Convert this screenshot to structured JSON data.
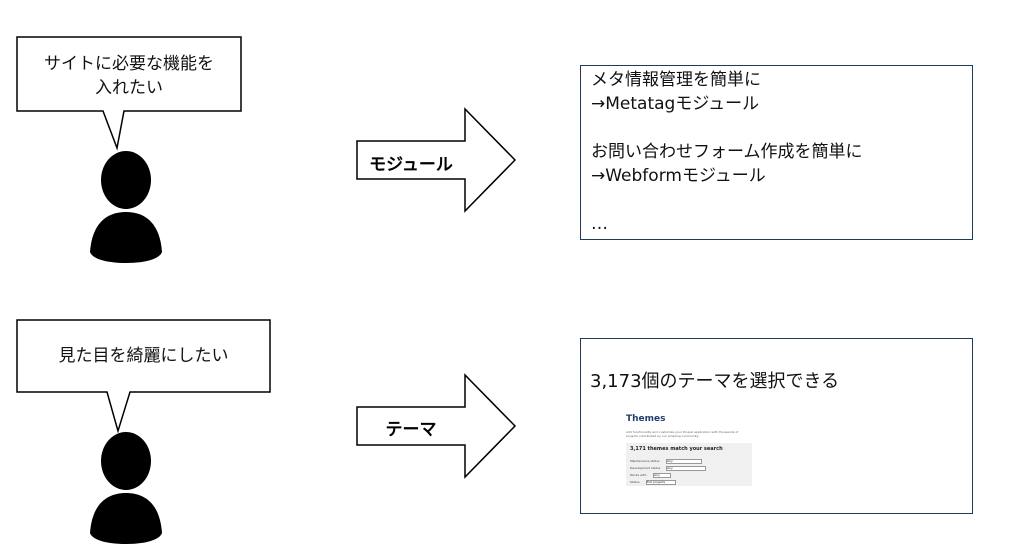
{
  "rows": [
    {
      "speech": [
        "サイトに必要な機能を",
        "入れたい"
      ],
      "arrow_label": "モジュール",
      "result_lines": [
        "メタ情報管理を簡単に",
        "→Metatagモジュール",
        "",
        "お問い合わせフォーム作成を簡単に",
        "→Webformモジュール",
        "",
        "…"
      ]
    },
    {
      "speech": [
        "見た目を綺麗にしたい"
      ],
      "arrow_label": "テーマ",
      "result_title": "3,173個のテーマを選択できる",
      "screenshot": {
        "heading": "Themes",
        "description": "Add functionality and customize your Drupal application with thousands of projects contributed by our amazing community.",
        "results": "3,171 themes match your search",
        "filters": [
          "Maintenance status",
          "Development status",
          "Works with",
          "Status"
        ],
        "filter_value": "Any",
        "status_value": "Full projects"
      }
    }
  ],
  "colors": {
    "box_border": "#1f3b55",
    "figure": "#000000",
    "screenshot_heading": "#233d6b"
  },
  "icons": [
    "person-icon",
    "speech-bubble",
    "right-arrow"
  ]
}
